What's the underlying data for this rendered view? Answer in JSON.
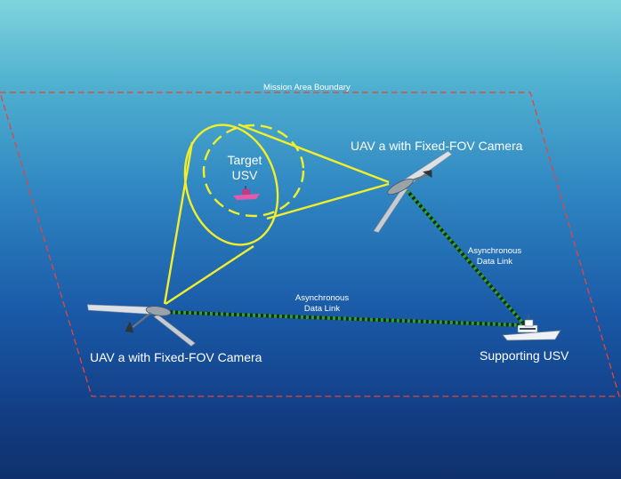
{
  "boundary": {
    "label": "Mission Area Boundary",
    "color": "#e8443a"
  },
  "uav_right": {
    "label": "UAV a with Fixed-FOV Camera"
  },
  "uav_left": {
    "label": "UAV a with Fixed-FOV Camera"
  },
  "target": {
    "line1": "Target",
    "line2": "USV"
  },
  "support": {
    "label": "Supporting USV"
  },
  "links": {
    "right": {
      "line1": "Asynchronous",
      "line2": "Data Link"
    },
    "bottom": {
      "line1": "Asynchronous",
      "line2": "Data Link"
    }
  },
  "colors": {
    "fov": "#f2ee2a",
    "link_green": "#2ea23a",
    "link_dark": "#0b2a18"
  },
  "icons": [
    "uav-icon",
    "target-boat-icon",
    "support-ship-icon"
  ]
}
